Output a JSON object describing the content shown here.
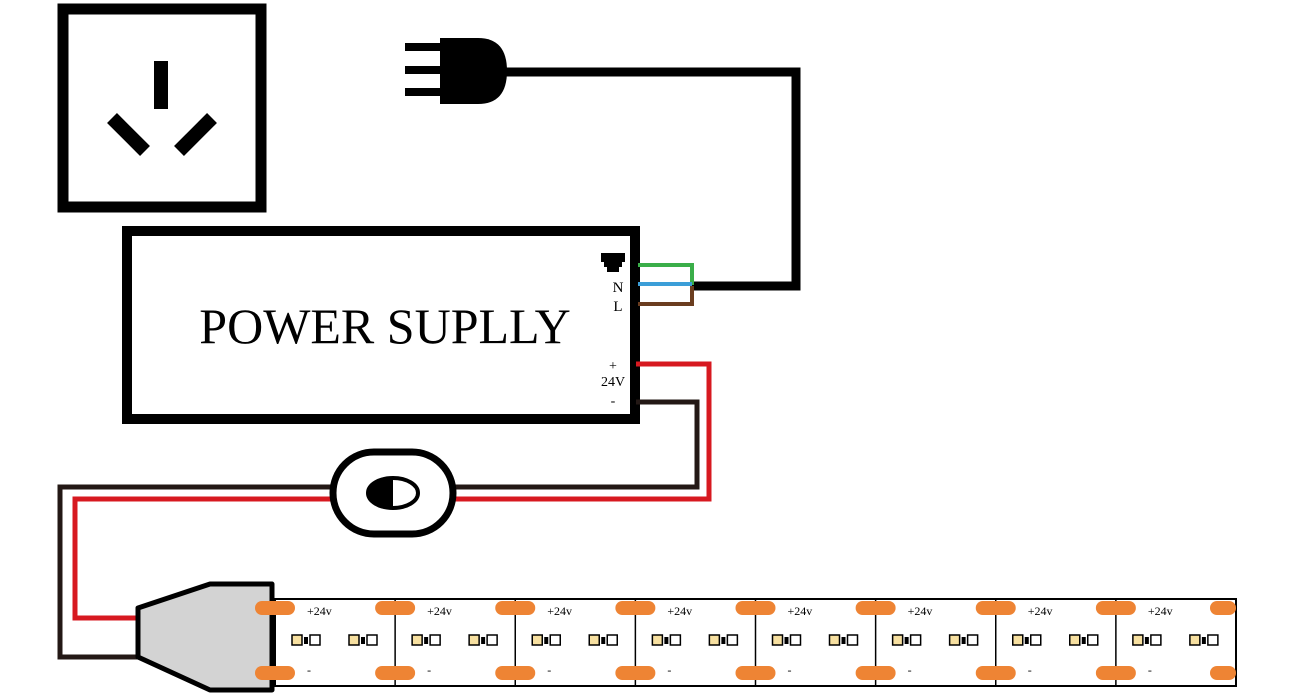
{
  "power_supply": {
    "title": "POWER SUPLLY",
    "terminal_n": "N",
    "terminal_l": "L",
    "terminal_plus": "+",
    "terminal_voltage": "24V",
    "terminal_minus": "-"
  },
  "strip": {
    "segment_positive": "+24v",
    "segment_negative": "-",
    "segment_count": 8
  },
  "icons": {
    "outlet": "outlet-icon",
    "plug": "plug-icon",
    "ground": "ground-icon",
    "switch": "inline-switch-icon",
    "connector": "strip-connector-icon"
  },
  "colors": {
    "outline": "#000000",
    "ground_wire": "#3aae49",
    "neutral_wire": "#3b9ed8",
    "live_wire": "#6b3d1f",
    "positive_wire": "#d71920",
    "negative_wire": "#231815",
    "strip_pad": "#ee8434",
    "connector_fill": "#d3d3d3",
    "led_yellow": "#f7e0a0"
  }
}
